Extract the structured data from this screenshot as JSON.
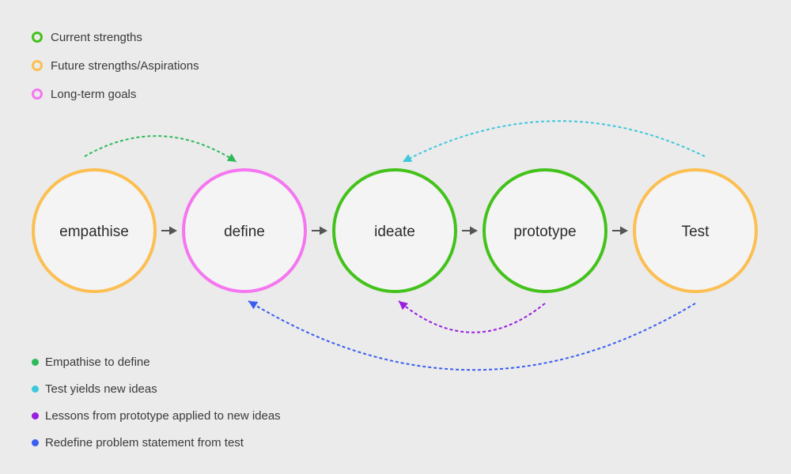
{
  "legend": {
    "categories": [
      {
        "key": "current",
        "label": "Current strengths",
        "color": "#44c21c"
      },
      {
        "key": "future",
        "label": "Future strengths/Aspirations",
        "color": "#fbbf52"
      },
      {
        "key": "longterm",
        "label": "Long-term goals",
        "color": "#f576f0"
      }
    ],
    "flows": [
      {
        "key": "empathise_define",
        "label": "Empathise to define",
        "color": "#2dbb5a"
      },
      {
        "key": "test_ideas",
        "label": "Test yields new ideas",
        "color": "#3fc8dc"
      },
      {
        "key": "lessons",
        "label": "Lessons from prototype applied to new ideas",
        "color": "#9a1de0"
      },
      {
        "key": "redefine",
        "label": "Redefine problem statement from test",
        "color": "#3a5ef0"
      }
    ]
  },
  "stages": [
    {
      "id": "empathise",
      "label": "empathise",
      "category": "future"
    },
    {
      "id": "define",
      "label": "define",
      "category": "longterm"
    },
    {
      "id": "ideate",
      "label": "ideate",
      "category": "current"
    },
    {
      "id": "prototype",
      "label": "prototype",
      "category": "current"
    },
    {
      "id": "test",
      "label": "Test",
      "category": "future"
    }
  ],
  "loops": [
    {
      "flow": "empathise_define",
      "from": "empathise",
      "to": "define",
      "side": "top"
    },
    {
      "flow": "test_ideas",
      "from": "test",
      "to": "ideate",
      "side": "top"
    },
    {
      "flow": "lessons",
      "from": "prototype",
      "to": "ideate",
      "side": "bottom"
    },
    {
      "flow": "redefine",
      "from": "test",
      "to": "define",
      "side": "bottom"
    }
  ],
  "colors": {
    "node_fill": "#f4f4f4",
    "connector": "#555555",
    "background": "#ebebeb"
  }
}
